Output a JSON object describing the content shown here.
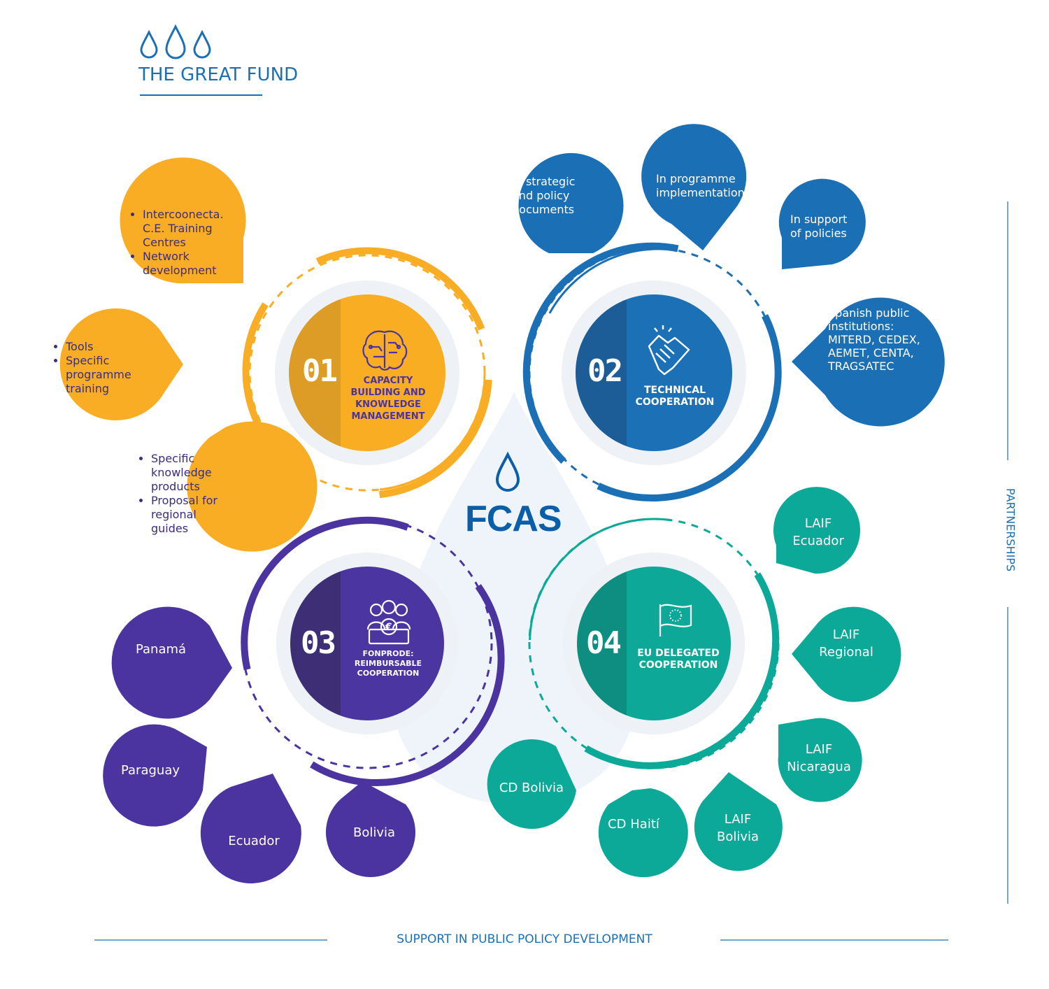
{
  "title": "THE GREAT FUND",
  "hub": "FCAS",
  "side_label": "PARTNERSHIPS",
  "footer_label": "SUPPORT IN PUBLIC POLICY DEVELOPMENT",
  "colors": {
    "orange": "#f8ad24",
    "blue": "#1b6fb5",
    "purple": "#4b34a0",
    "teal": "#0ca898"
  },
  "nodes": [
    {
      "number": "01",
      "caption": "CAPACITY BUILDING AND KNOWLEDGE MANAGEMENT",
      "icon": "brain-circuit-icon"
    },
    {
      "number": "02",
      "caption": "TECHNICAL COOPERATION",
      "icon": "handshake-icon"
    },
    {
      "number": "03",
      "caption": "FONPRODE: REIMBURSABLE COOPERATION",
      "icon": "people-euro-icon"
    },
    {
      "number": "04",
      "caption": "EU DELEGATED COOPERATION",
      "icon": "eu-flag-icon"
    }
  ],
  "orange_bubbles": [
    [
      "Intercoonecta. C.E. Training Centres",
      "Network development"
    ],
    [
      "Tools",
      "Specific programme training"
    ],
    [
      "Specific knowledge products",
      "Proposal for regional guides"
    ]
  ],
  "blue_bubbles": [
    "In strategic and policy documents",
    "In programme implementation",
    "In support of policies",
    "Spanish public institutions: MITERD, CEDEX, AEMET, CENTA, TRAGSATEC"
  ],
  "purple_bubbles": [
    "Panamá",
    "Paraguay",
    "Ecuador",
    "Bolivia"
  ],
  "teal_bubbles": [
    "LAIF Ecuador",
    "LAIF Regional",
    "LAIF Nicaragua",
    "LAIF Bolivia",
    "CD Haití",
    "CD Bolivia"
  ]
}
